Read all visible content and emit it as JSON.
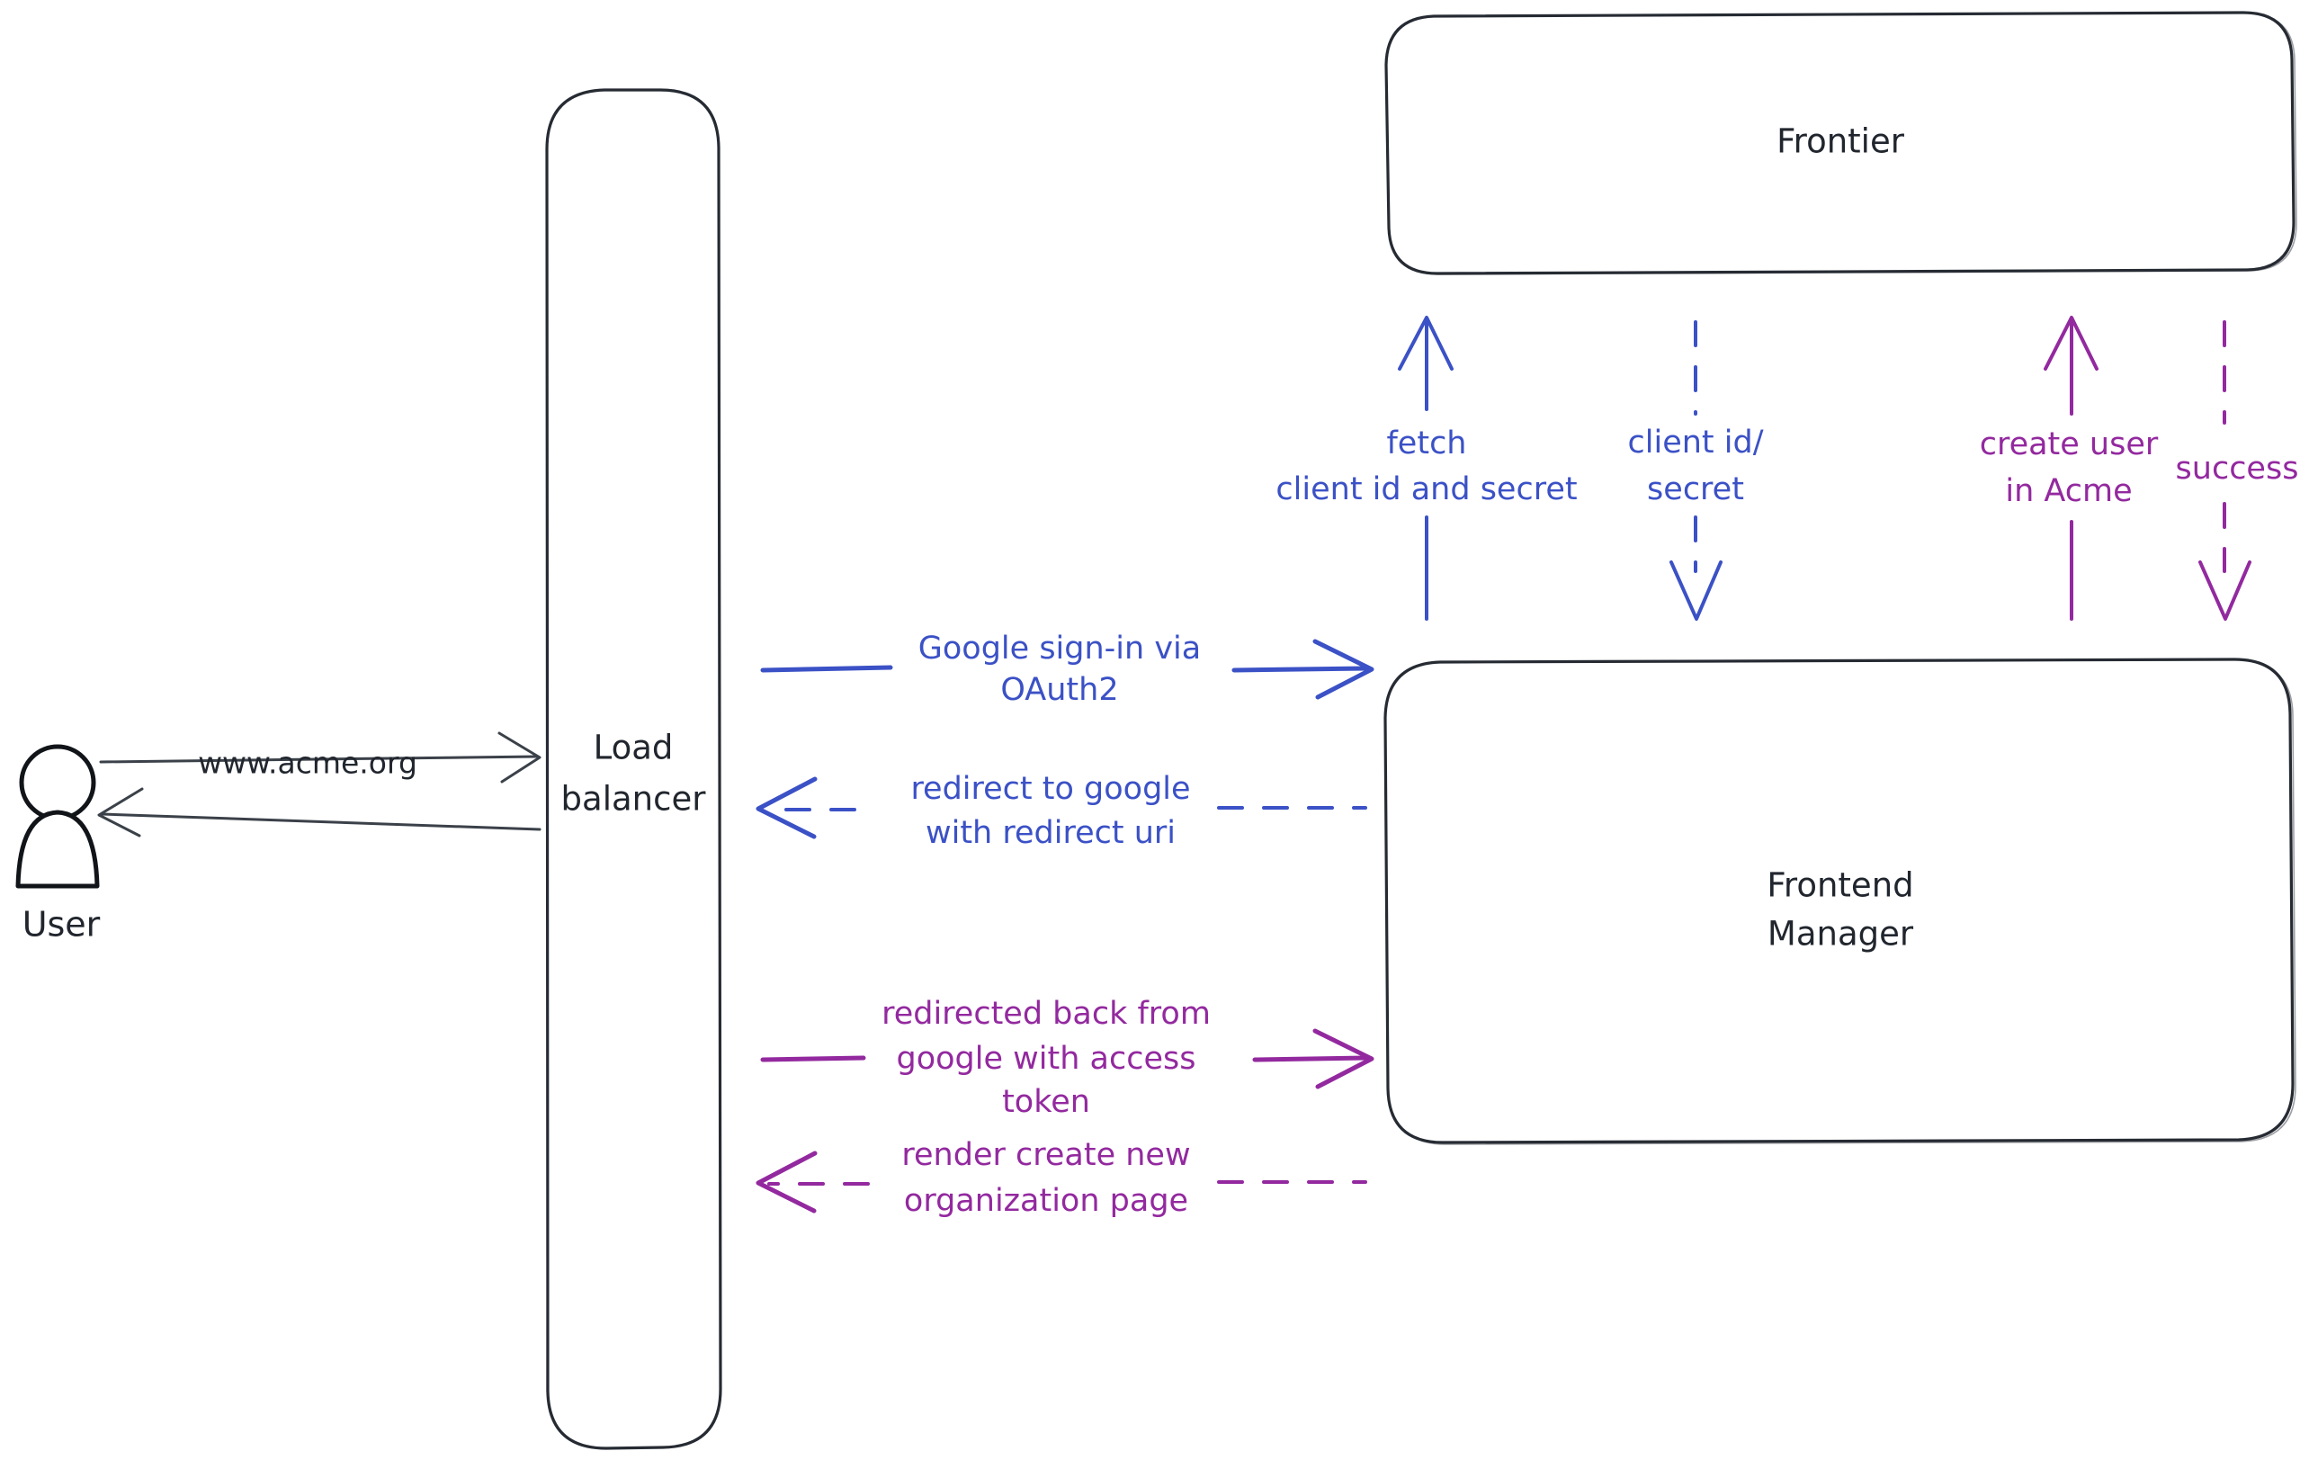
{
  "diagram": {
    "title": "Acme Google OAuth2 sign-in sequence diagram",
    "colors": {
      "blue": "#3b51c6",
      "purple": "#93299f",
      "dark": "#262b33",
      "background": "#ffffff"
    },
    "nodes": [
      {
        "id": "user",
        "label": "User",
        "shape": "actor"
      },
      {
        "id": "load-balancer",
        "label_line1": "Load",
        "label_line2": "balancer",
        "shape": "rounded-rect"
      },
      {
        "id": "frontier",
        "label": "Frontier",
        "shape": "rounded-rect"
      },
      {
        "id": "frontend-manager",
        "label_line1": "Frontend",
        "label_line2": "Manager",
        "shape": "rounded-rect"
      }
    ],
    "edges": [
      {
        "id": "user-to-lb",
        "from": "user",
        "to": "load-balancer",
        "label": "www.acme.org",
        "color": "#3b4149",
        "style": "solid",
        "direction": "right"
      },
      {
        "id": "lb-to-user",
        "from": "load-balancer",
        "to": "user",
        "label": "",
        "color": "#3b4149",
        "style": "solid",
        "direction": "left"
      },
      {
        "id": "lb-to-fm-signin",
        "from": "load-balancer",
        "to": "frontend-manager",
        "label_line1": "Google sign-in via",
        "label_line2": "OAuth2",
        "color": "#3b51c6",
        "style": "solid",
        "direction": "right"
      },
      {
        "id": "fm-to-lb-redirect",
        "from": "frontend-manager",
        "to": "load-balancer",
        "label_line1": "redirect to google",
        "label_line2": "with redirect uri",
        "color": "#3b51c6",
        "style": "dashed",
        "direction": "left"
      },
      {
        "id": "lb-to-fm-token",
        "from": "load-balancer",
        "to": "frontend-manager",
        "label_line1": "redirected back from",
        "label_line2": "google with access",
        "label_line3": "token",
        "color": "#93299f",
        "style": "solid",
        "direction": "right"
      },
      {
        "id": "fm-to-lb-render",
        "from": "frontend-manager",
        "to": "load-balancer",
        "label_line1": "render create new",
        "label_line2": "organization page",
        "color": "#93299f",
        "style": "dashed",
        "direction": "left"
      },
      {
        "id": "fm-to-frontier-fetch",
        "from": "frontend-manager",
        "to": "frontier",
        "label_line1": "fetch",
        "label_line2": "client id and secret",
        "color": "#3b51c6",
        "style": "solid",
        "direction": "up"
      },
      {
        "id": "frontier-to-fm-creds",
        "from": "frontier",
        "to": "frontend-manager",
        "label_line1": "client id/",
        "label_line2": "secret",
        "color": "#3b51c6",
        "style": "dashed",
        "direction": "down"
      },
      {
        "id": "fm-to-frontier-create-user",
        "from": "frontend-manager",
        "to": "frontier",
        "label_line1": "create user",
        "label_line2": "in Acme",
        "color": "#93299f",
        "style": "solid",
        "direction": "up"
      },
      {
        "id": "frontier-to-fm-success",
        "from": "frontier",
        "to": "frontend-manager",
        "label": "success",
        "color": "#93299f",
        "style": "dashed",
        "direction": "down"
      }
    ]
  }
}
